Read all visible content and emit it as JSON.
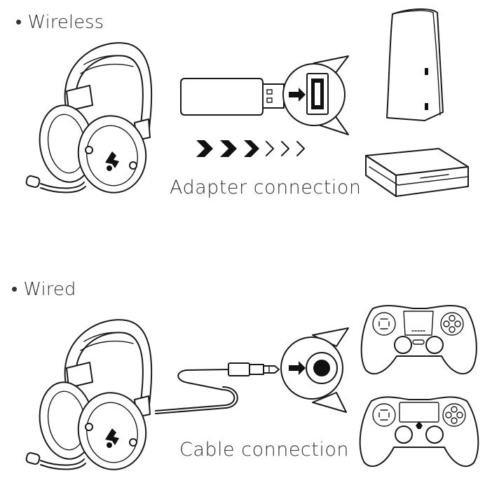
{
  "sections": {
    "wireless": {
      "label": "• Wireless",
      "connection_label": "Adapter connection"
    },
    "wired": {
      "label": "• Wired",
      "connection_label": "Cable connection"
    }
  },
  "icons": {
    "headset": "headset-icon",
    "usb_adapter": "usb-adapter-icon",
    "usb_port": "usb-port-icon",
    "ps5_console": "ps5-console-icon",
    "ps4_console": "ps4-console-icon",
    "audio_cable": "audio-cable-icon",
    "audio_jack": "audio-jack-icon",
    "dualsense_controller": "ps5-controller-icon",
    "dualshock_controller": "ps4-controller-icon"
  },
  "colors": {
    "line": "#1a1a1a",
    "text": "#333333",
    "background": "#ffffff"
  }
}
